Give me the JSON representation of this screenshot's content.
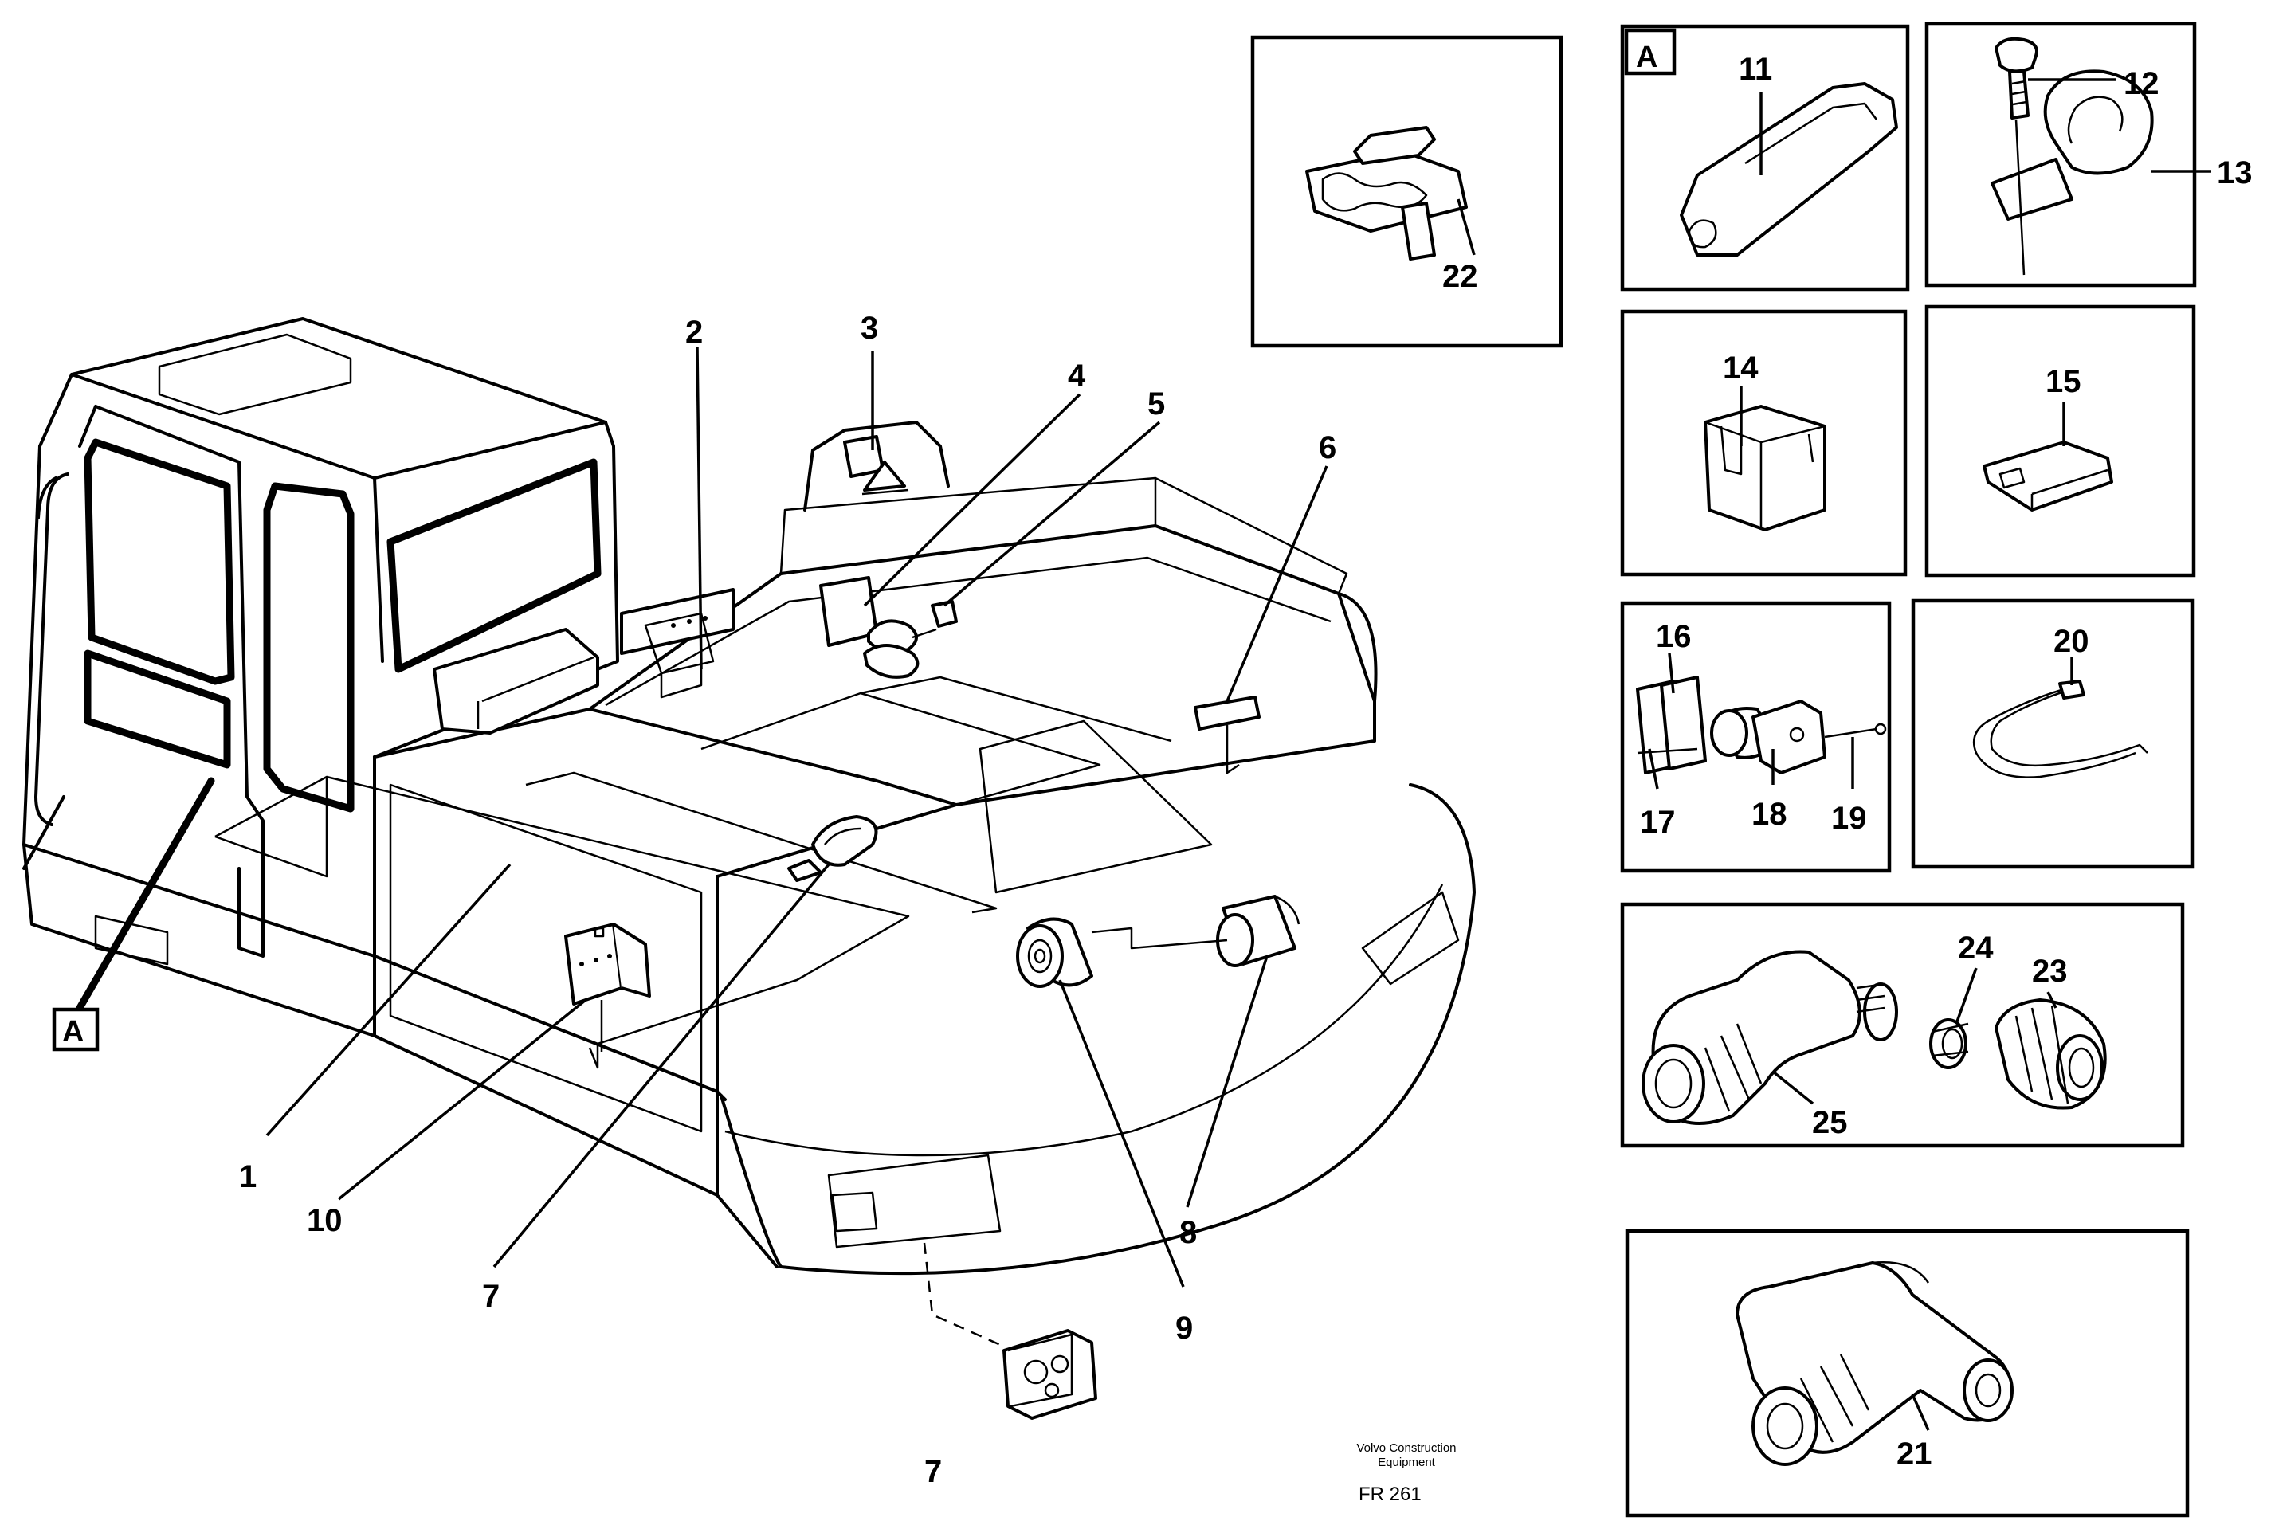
{
  "callouts": {
    "c1": "1",
    "c2": "2",
    "c3": "3",
    "c4": "4",
    "c5": "5",
    "c6": "6",
    "c7a": "7",
    "c7b": "7",
    "c8": "8",
    "c9": "9",
    "c10": "10",
    "c11": "11",
    "c12": "12",
    "c13": "13",
    "c14": "14",
    "c15": "15",
    "c16": "16",
    "c17": "17",
    "c18": "18",
    "c19": "19",
    "c20": "20",
    "c21": "21",
    "c22": "22",
    "c23": "23",
    "c24": "24",
    "c25": "25"
  },
  "detail_ref": {
    "main": "A",
    "panel": "A"
  },
  "footer": {
    "maker_line1": "Volvo Construction",
    "maker_line2": "Equipment",
    "figure_code": "FR 261"
  }
}
